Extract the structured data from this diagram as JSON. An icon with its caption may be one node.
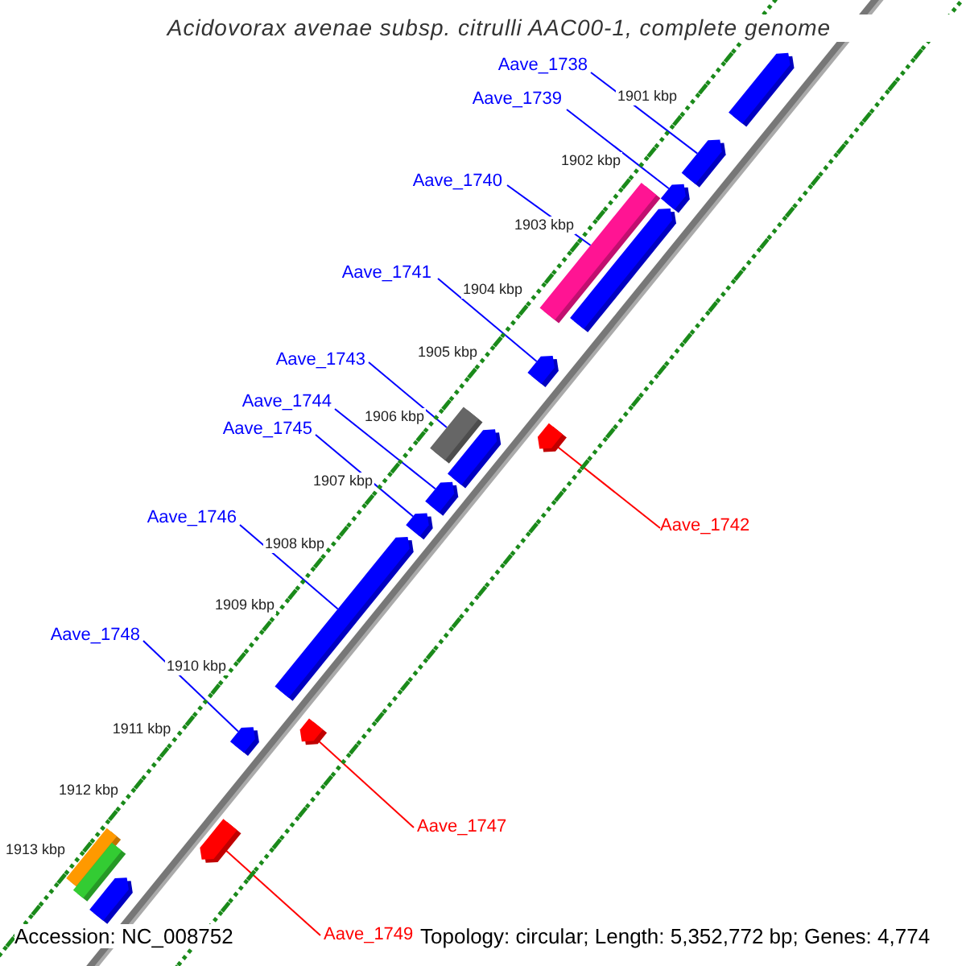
{
  "diagram": {
    "title": "Acidovorax avenae subsp. citrulli AAC00-1, complete genome",
    "nodes": [
      {
        "text": [
          "Aave_1738"
        ]
      },
      {
        "text": [
          "Aave_1739"
        ]
      },
      {
        "text": [
          "Aave_1740"
        ]
      },
      {
        "text": [
          "Aave_1741"
        ]
      },
      {
        "text": [
          "Aave_1743"
        ]
      },
      {
        "text": [
          "Aave_1744"
        ]
      },
      {
        "text": [
          "Aave_1745"
        ]
      },
      {
        "text": [
          "Aave_1746"
        ]
      },
      {
        "text": [
          "Aave_1742"
        ]
      },
      {
        "text": [
          "Aave_1748"
        ]
      },
      {
        "text": [
          "Aave_1747"
        ]
      },
      {
        "text": [
          "Aave_1749"
        ]
      },
      {
        "text": [],
        "shape": "bar"
      },
      {
        "text": [],
        "shape": "bar"
      },
      {
        "text": [],
        "shape": "bar"
      },
      {
        "text": [],
        "shape": "bar"
      },
      {
        "text": [],
        "shape": "bar"
      },
      {
        "text": [],
        "shape": "bar"
      },
      {
        "text": [],
        "shape": "bar"
      },
      {
        "text": [],
        "shape": "bar"
      },
      {
        "text": [],
        "shape": "bar"
      },
      {
        "text": [],
        "shape": "bar"
      },
      {
        "text": [],
        "shape": "bar"
      },
      {
        "text": [],
        "shape": "bar"
      },
      {
        "text": [],
        "shape": "bar"
      },
      {
        "text": [],
        "shape": "bar"
      },
      {
        "text": [],
        "shape": "bar"
      },
      {
        "text": [],
        "shape": "bar"
      },
      {
        "text": [],
        "shape": "bar"
      },
      {
        "text": [],
        "shape": "bar"
      }
    ],
    "edges": [
      {
        "from": 0,
        "to": 13,
        "arrow": "none"
      },
      {
        "from": 1,
        "to": 14,
        "arrow": "none"
      },
      {
        "from": 2,
        "to": 15,
        "arrow": "none"
      },
      {
        "from": 3,
        "to": 17,
        "arrow": "none"
      },
      {
        "from": 4,
        "to": 18,
        "arrow": "none"
      },
      {
        "from": 5,
        "to": 21,
        "arrow": "none"
      },
      {
        "from": 6,
        "to": 22,
        "arrow": "none"
      },
      {
        "from": 7,
        "to": 23,
        "arrow": "none"
      },
      {
        "from": 8,
        "to": 19,
        "arrow": "none",
        "color": "#ff0000"
      },
      {
        "from": 9,
        "to": 25,
        "arrow": "none"
      },
      {
        "from": 10,
        "to": 24,
        "arrow": "none",
        "color": "#ff0000"
      },
      {
        "from": 11,
        "to": 26,
        "arrow": "none",
        "color": "#ff0000"
      }
    ],
    "labels": [
      "1901 kbp",
      "1902 kbp",
      "1903 kbp",
      "1904 kbp",
      "1905 kbp",
      "1906 kbp",
      "1907 kbp",
      "1908 kbp",
      "1909 kbp",
      "1910 kbp",
      "1911 kbp",
      "1912 kbp",
      "1913 kbp",
      "Accession: NC_008752",
      "Topology: circular; Length: 5,352,772 bp; Genes: 4,774"
    ]
  }
}
